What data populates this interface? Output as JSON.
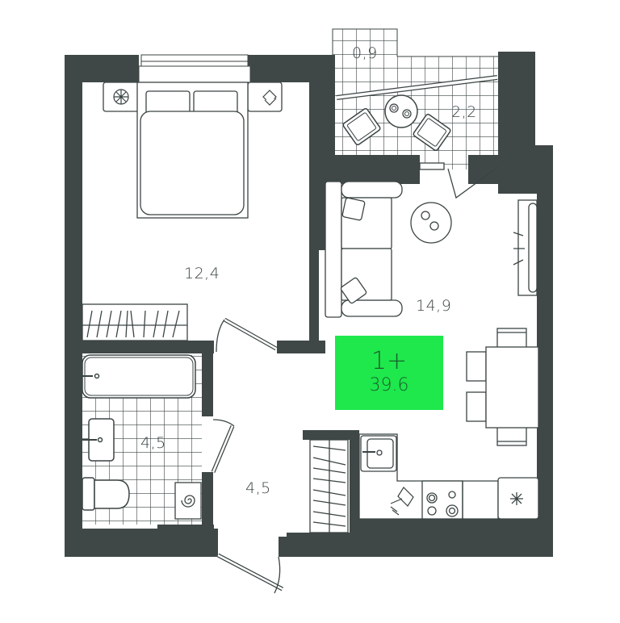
{
  "plan": {
    "type": "apartment-floor-plan",
    "summary": {
      "rooms_label": "1+",
      "total_area": "39.6"
    },
    "rooms": [
      {
        "id": "bedroom",
        "label": "12,4"
      },
      {
        "id": "living-kitchen",
        "label": "14,9"
      },
      {
        "id": "bathroom",
        "label": "4,5"
      },
      {
        "id": "hallway",
        "label": "4,5"
      },
      {
        "id": "balcony-small",
        "label": "0,9"
      },
      {
        "id": "balcony",
        "label": "2,2"
      }
    ],
    "colors": {
      "wall": "#3f4847",
      "badge_bg": "#1ee84c",
      "badge_text": "#1b5e2b",
      "line": "#3b4443",
      "floor": "#ffffff"
    }
  }
}
